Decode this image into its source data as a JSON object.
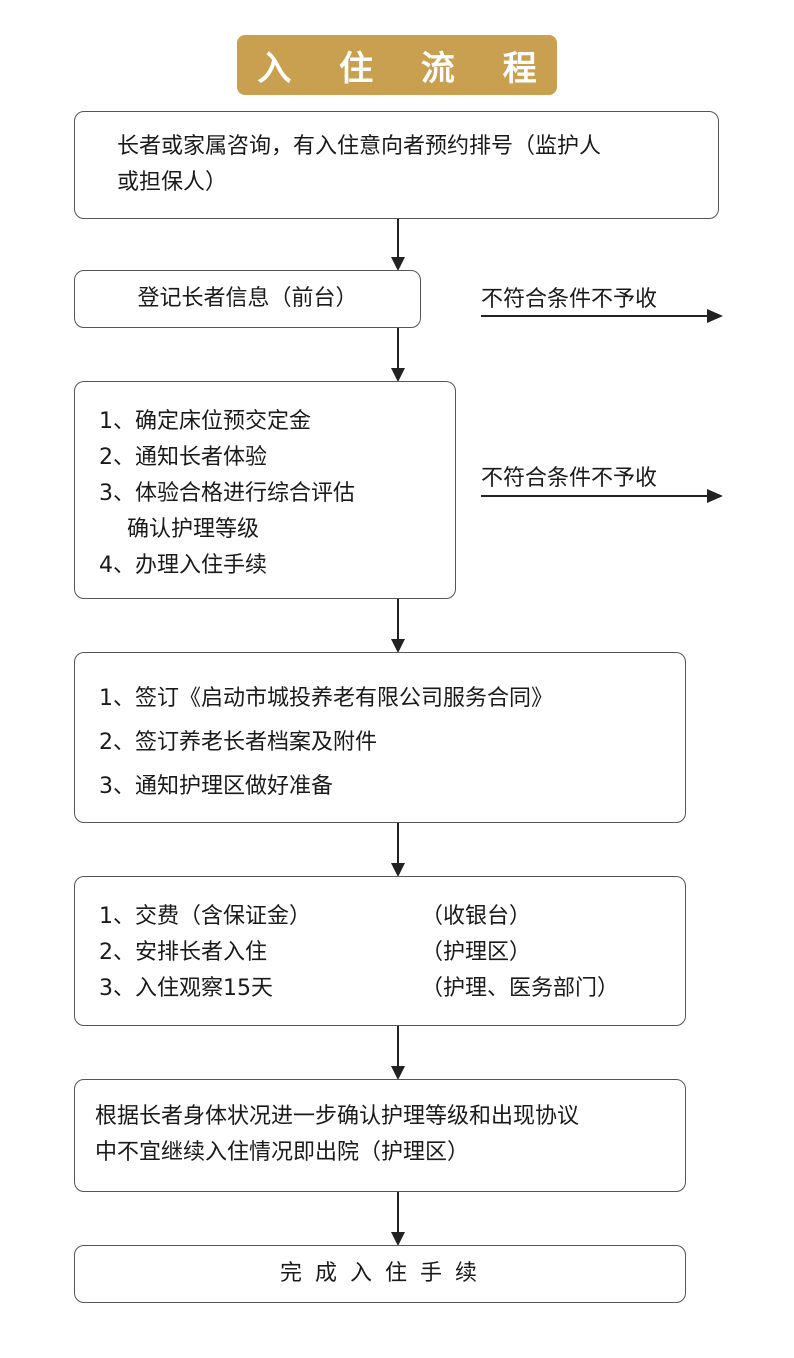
{
  "title": "入 住 流 程",
  "step1": {
    "lines": [
      "长者或家属咨询，有入住意向者预约排号（监护人",
      "或担保人）"
    ]
  },
  "step2": {
    "text": "登记长者信息（前台）"
  },
  "reject1": {
    "label": "不符合条件不予收"
  },
  "step3": {
    "lines": [
      "1、确定床位预交定金",
      "2、通知长者体验",
      "3、体验合格进行综合评估",
      "    确认护理等级",
      "4、办理入住手续"
    ]
  },
  "reject2": {
    "label": "不符合条件不予收"
  },
  "step4": {
    "lines": [
      "1、签订《启动市城投养老有限公司服务合同》",
      "2、签订养老长者档案及附件",
      "3、通知护理区做好准备"
    ]
  },
  "step5": {
    "left": [
      "1、交费（含保证金）",
      "2、安排长者入住",
      "3、入住观察15天"
    ],
    "right": [
      "（收银台）",
      "（护理区）",
      "（护理、医务部门）"
    ]
  },
  "step6": {
    "lines": [
      "根据长者身体状况进一步确认护理等级和出现协议",
      "中不宜继续入住情况即出院（护理区）"
    ]
  },
  "step7": {
    "text": "完 成 入 住 手 续"
  }
}
